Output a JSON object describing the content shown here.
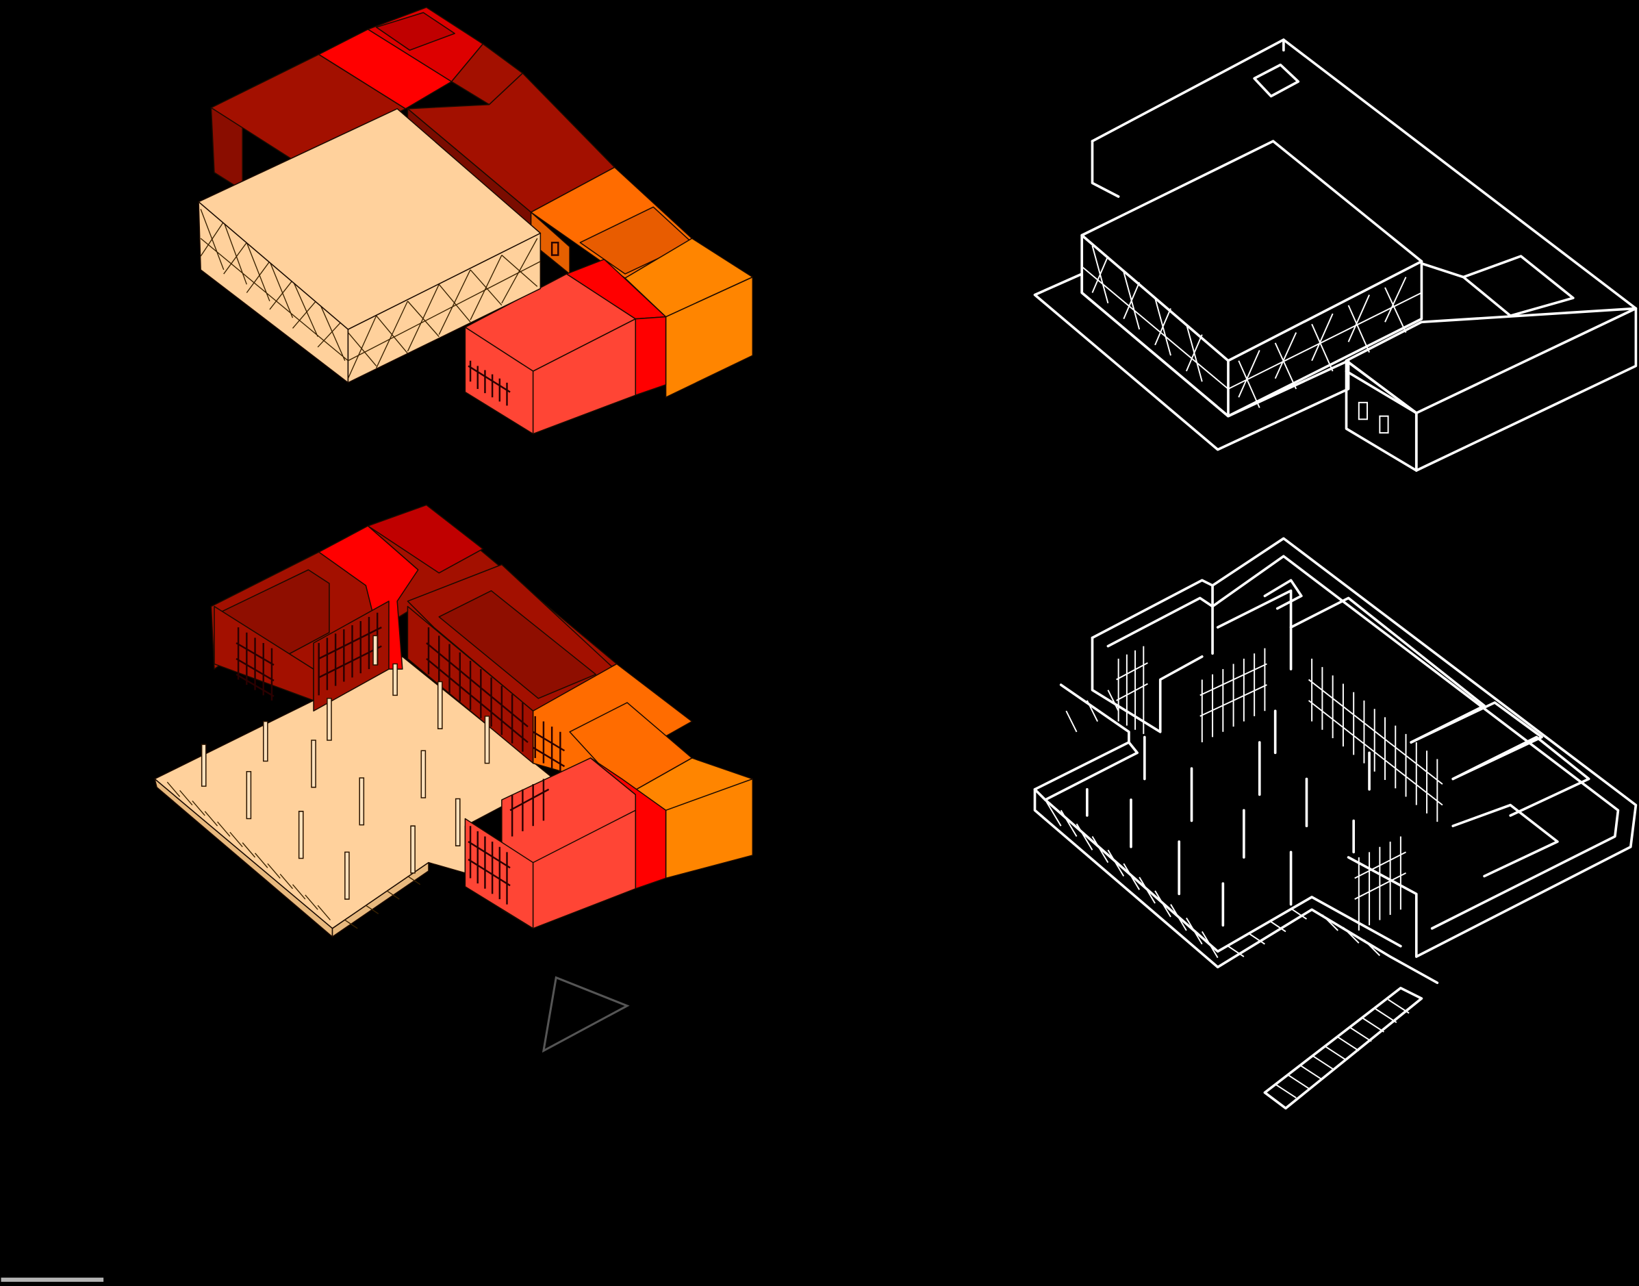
{
  "diagram": {
    "background": "#000000",
    "palette": {
      "dark_red": "#a31000",
      "red": "#ff0000",
      "mid_red": "#dd0000",
      "coral": "#ff4535",
      "orange": "#ff6c00",
      "light_orange": "#ff8500",
      "peach": "#ffd19c",
      "line_drawing": "#ffffff",
      "north_arrow": "#555555"
    },
    "views": [
      {
        "id": "upper-floor-colored-axonometric"
      },
      {
        "id": "ground-floor-colored-axonometric"
      },
      {
        "id": "upper-floor-line-axonometric"
      },
      {
        "id": "ground-floor-line-axonometric"
      }
    ],
    "icons": {
      "north_arrow": "triangle-north-arrow-icon"
    }
  }
}
